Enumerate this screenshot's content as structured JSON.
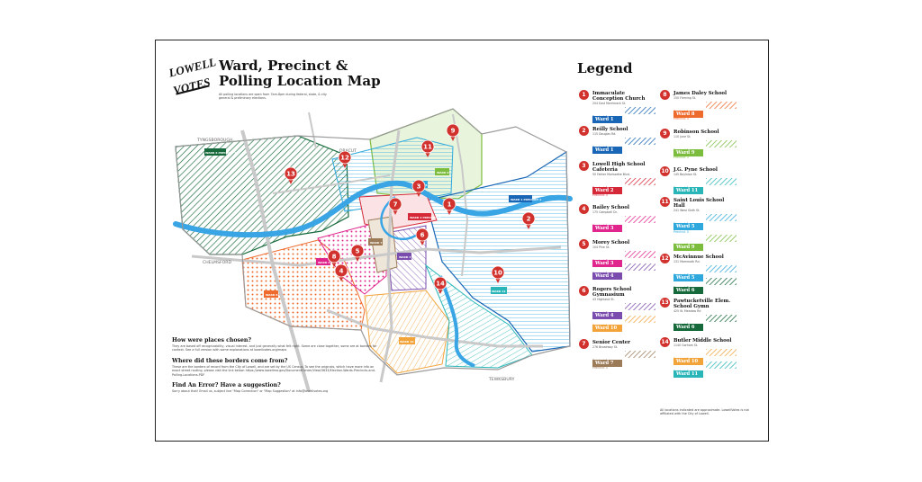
{
  "logo": {
    "line1": "LOWELL",
    "line2": "VOTES"
  },
  "title": "Ward, Precinct & Polling Location Map",
  "subtitle": "All polling locations are open from 7am-8pm during federal, state, & city general & preliminary elections.",
  "map": {
    "town_labels": [
      "TYNGSBOROUGH",
      "DRACUT",
      "CHELMSFORD",
      "TEWKSBURY"
    ],
    "pins": [
      "1",
      "2",
      "3",
      "4",
      "5",
      "6",
      "7",
      "8",
      "9",
      "10",
      "11",
      "12",
      "13",
      "14"
    ],
    "precinct_tags": [
      "WARD 1 PRECINCT 1",
      "WARD 2 PRECINCT 3",
      "WARD 3",
      "WARD 4",
      "WARD 5",
      "WARD 6 PRECINCT 1",
      "WARD 7",
      "WARD 8",
      "WARD 9",
      "WARD 10",
      "WARD 11"
    ],
    "colors": {
      "ward1": "#1a66b6",
      "ward2": "#d5293a",
      "ward3": "#e0258d",
      "ward4": "#7a4cae",
      "ward5": "#2fa9dd",
      "ward6": "#16693a",
      "ward7": "#9c7b58",
      "ward8": "#ef6a2d",
      "ward9": "#7cbd3e",
      "ward10": "#f2a33a",
      "ward11": "#2ab6b8",
      "river": "#3aa5e5",
      "pin": "#d2322d"
    }
  },
  "notes": [
    {
      "heading": "How were places chosen?",
      "body": "They are based off recognizability, visual interest, and just generally what felt right. Some are close together, some are at borders for context. See a full version with some explanations at lowellvotes.org/maps"
    },
    {
      "heading": "Where did these borders come from?",
      "body": "These are the borders of record from the City of Lowell, and are set by the US Census. To see the originals, which have more info on exact street routing, please visit the link below: https://www.lowellma.gov/DocumentCenter/View/3633/Election-Wards-Precincts-and-Polling-Locations-PDF"
    },
    {
      "heading": "Find An Error? Have a suggestion?",
      "body": "Sorry about that! Email us, subject line \"Map Correction\" or \"Map Suggestion\" at info@lowellvotes.org"
    }
  ],
  "legend": {
    "title": "Legend",
    "entries": [
      {
        "num": "1",
        "name": "Immaculate Conception Church",
        "addr": "204 East Merrimack St.",
        "wards": [
          {
            "ward": "Ward 1",
            "color": "#1a66b6",
            "precincts": [
              "Precinct 1"
            ]
          }
        ]
      },
      {
        "num": "2",
        "name": "Reilly School",
        "addr": "115 Douglas Rd.",
        "wards": [
          {
            "ward": "Ward 1",
            "color": "#1a66b6",
            "precincts": [
              "Precinct 2",
              "Precinct 3"
            ]
          }
        ]
      },
      {
        "num": "3",
        "name": "Lowell High School Cafeteria",
        "addr": "50 Father Morissette Blvd.",
        "wards": [
          {
            "ward": "Ward 2",
            "color": "#d5293a",
            "precincts": [
              "Precinct 1",
              "Precinct 2",
              "Precinct 3"
            ]
          }
        ]
      },
      {
        "num": "4",
        "name": "Bailey School",
        "addr": "175 Campbell Dr.",
        "wards": [
          {
            "ward": "Ward 3",
            "color": "#e0258d",
            "precincts": [
              "Precinct 1",
              "Precinct 2"
            ]
          }
        ]
      },
      {
        "num": "5",
        "name": "Morey School",
        "addr": "104 Pine St.",
        "wards": [
          {
            "ward": "Ward 3",
            "color": "#e0258d",
            "precincts": [
              "Precinct 3"
            ]
          },
          {
            "ward": "Ward 4",
            "color": "#7a4cae",
            "precincts": [
              "Precinct 1",
              "Precinct 2"
            ]
          }
        ]
      },
      {
        "num": "6",
        "name": "Rogers School Gymnasium",
        "addr": "43 Highland St.",
        "wards": [
          {
            "ward": "Ward 4",
            "color": "#7a4cae",
            "precincts": [
              "Precinct 3"
            ]
          },
          {
            "ward": "Ward 10",
            "color": "#f2a33a",
            "precincts": [
              "Precinct 1",
              "Precinct 2"
            ]
          }
        ]
      },
      {
        "num": "7",
        "name": "Senior Center",
        "addr": "276 Broadway St.",
        "wards": [
          {
            "ward": "Ward 7",
            "color": "#9c7b58",
            "precincts": [
              "Precinct 1",
              "Precinct 2",
              "Precinct 3"
            ]
          }
        ]
      },
      {
        "num": "8",
        "name": "James Daley School",
        "addr": "150 Fleming St.",
        "wards": [
          {
            "ward": "Ward 8",
            "color": "#ef6a2d",
            "precincts": [
              "Precinct 1",
              "Precinct 2",
              "Precinct 3"
            ]
          }
        ]
      },
      {
        "num": "9",
        "name": "Robinson School",
        "addr": "110 June St.",
        "wards": [
          {
            "ward": "Ward 9",
            "color": "#7cbd3e",
            "precincts": [
              "Precinct 1",
              "Precinct 2",
              "Precinct 3"
            ]
          }
        ]
      },
      {
        "num": "10",
        "name": "J.G. Pyne School",
        "addr": "145 Boylston St.",
        "wards": [
          {
            "ward": "Ward 11",
            "color": "#2ab6b8",
            "precincts": [
              "Precinct 1"
            ]
          }
        ]
      },
      {
        "num": "11",
        "name": "Saint Louis School Hall",
        "addr": "241 West Sixth St.",
        "wards": [
          {
            "ward": "Ward 5",
            "color": "#2fa9dd",
            "precincts": [
              "Precinct 1",
              "Precinct 2",
              "Precinct 3"
            ]
          },
          {
            "ward": "Ward 9",
            "color": "#7cbd3e",
            "precincts": [
              "Precinct 1"
            ]
          }
        ]
      },
      {
        "num": "12",
        "name": "McAvinnue School",
        "addr": "131 Mammoth Rd.",
        "wards": [
          {
            "ward": "Ward 5",
            "color": "#2fa9dd",
            "precincts": [
              "Precinct 3"
            ]
          },
          {
            "ward": "Ward 6",
            "color": "#16693a",
            "precincts": [
              "Precinct 3"
            ]
          }
        ]
      },
      {
        "num": "13",
        "name": "Pawtucketville Elem. School Gymn",
        "addr": "425 W. Meadow Rd",
        "wards": [
          {
            "ward": "Ward 6",
            "color": "#16693a",
            "precincts": [
              "Precinct 1",
              "Precinct 2"
            ]
          }
        ]
      },
      {
        "num": "14",
        "name": "Butler Middle School",
        "addr": "1140 Gorham St.",
        "wards": [
          {
            "ward": "Ward 10",
            "color": "#f2a33a",
            "precincts": [
              "Precinct 3"
            ]
          },
          {
            "ward": "Ward 11",
            "color": "#2ab6b8",
            "precincts": [
              "Precinct 2",
              "Precinct 3"
            ]
          }
        ]
      }
    ]
  },
  "disclaimer": "All locations indicated are approximate. LowellVotes is not affiliated with the City of Lowell."
}
